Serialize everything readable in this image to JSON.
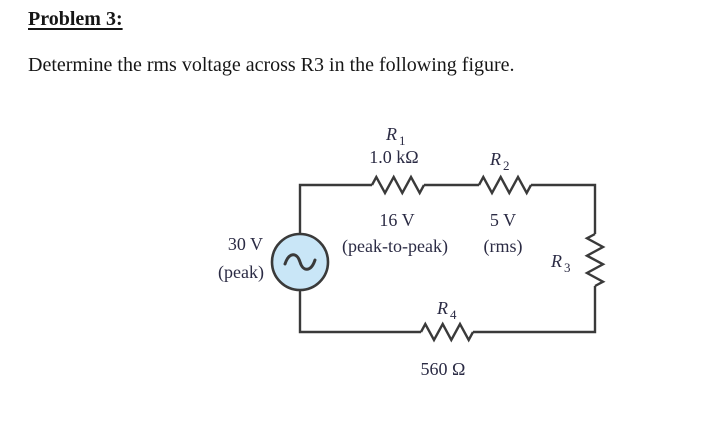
{
  "page": {
    "title": "Problem 3:",
    "question": "Determine the rms voltage across R3 in the following figure."
  },
  "circuit": {
    "source": {
      "value": "30 V",
      "qualifier": "(peak)",
      "type": "ac-sine-source"
    },
    "r1": {
      "symbol": "R",
      "sub": "1",
      "value": "1.0 kΩ",
      "voltage": "16 V",
      "voltage_qualifier": "(peak-to-peak)"
    },
    "r2": {
      "symbol": "R",
      "sub": "2",
      "voltage": "5 V",
      "voltage_qualifier": "(rms)"
    },
    "r3": {
      "symbol": "R",
      "sub": "3"
    },
    "r4": {
      "symbol": "R",
      "sub": "4",
      "value": "560 Ω"
    },
    "colors": {
      "source_fill": "#c9e6f7",
      "wire": "#3a3a3a",
      "label": "#2b2b44",
      "text": "#161616"
    }
  }
}
